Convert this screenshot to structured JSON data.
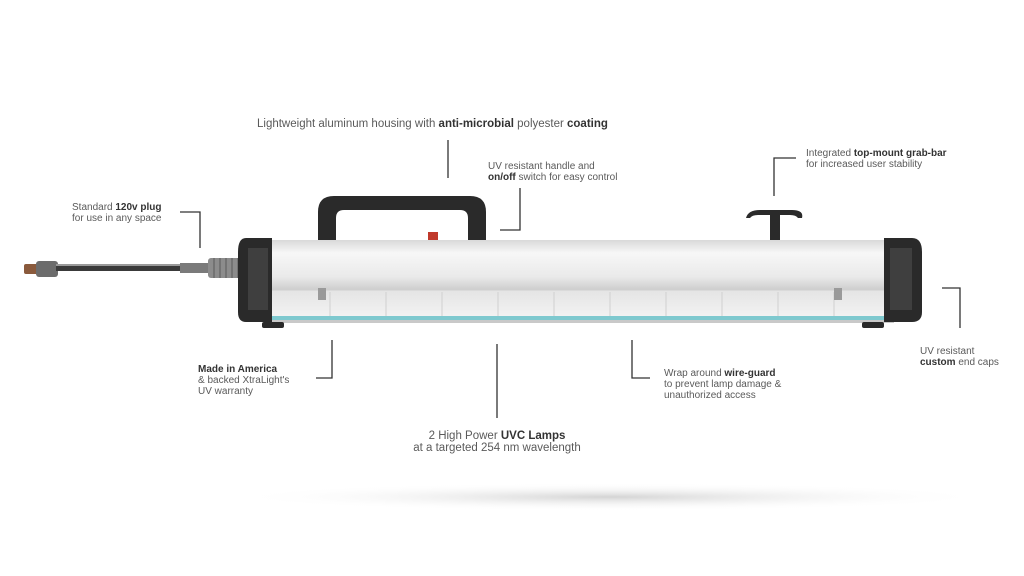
{
  "callouts": {
    "housing": {
      "pre": "Lightweight aluminum housing with ",
      "b1": "anti-microbial",
      "mid": " polyester ",
      "b2": "coating"
    },
    "handle": {
      "line1": "UV resistant handle and",
      "b": "on/off",
      "post": " switch for easy control"
    },
    "grab_bar": {
      "line1_pre": "Integrated ",
      "b": "top-mount grab-bar",
      "line2": "for increased user stability"
    },
    "plug": {
      "pre": "Standard ",
      "b": "120v plug",
      "line2": "for use in any space"
    },
    "america": {
      "b": "Made in America",
      "line2": "& backed XtraLight's",
      "line3": "UV warranty"
    },
    "lamps": {
      "pre": "2 High Power ",
      "b": "UVC Lamps",
      "line2": "at a targeted 254 nm wavelength"
    },
    "wire_guard": {
      "pre": "Wrap around ",
      "b": "wire-guard",
      "line2": "to prevent lamp damage &",
      "line3": "unauthorized access"
    },
    "end_caps": {
      "line1": "UV resistant",
      "b": "custom",
      "post": " end caps"
    }
  },
  "colors": {
    "text": "#5a5a5a",
    "leader": "#333333",
    "housing": "#eeeeee",
    "caps": "#2a2a2a",
    "lamp_glow": "#7ec9cf",
    "switch": "#c0392b"
  }
}
